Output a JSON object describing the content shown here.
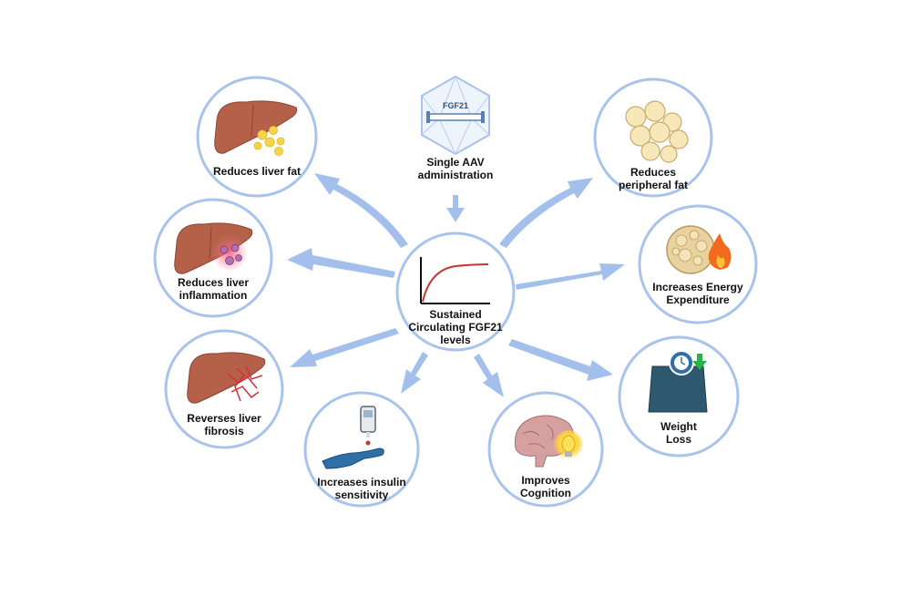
{
  "colors": {
    "ring": "#a9c3ec",
    "arrow": "#a3c0ec",
    "curve": "#c0392b",
    "liver": "#b5614a",
    "fat": "#f3d98a",
    "droplet": "#f7d548"
  },
  "source": {
    "gene_label": "FGF21",
    "caption_line1": "Single AAV",
    "caption_line2": "administration",
    "icon": "aav-capsid-icon"
  },
  "center": {
    "line1": "Sustained",
    "line2": "Circulating FGF21",
    "line3": "levels",
    "icon": "saturation-curve-icon"
  },
  "effects": [
    {
      "id": "liver-fat",
      "icon": "liver-fat-icon",
      "line1": "Reduces liver fat",
      "line2": ""
    },
    {
      "id": "liver-inflammation",
      "icon": "liver-inflammation-icon",
      "line1": "Reduces liver",
      "line2": "inflammation"
    },
    {
      "id": "liver-fibrosis",
      "icon": "liver-fibrosis-icon",
      "line1": "Reverses liver",
      "line2": "fibrosis"
    },
    {
      "id": "insulin-sensitivity",
      "icon": "glucometer-hand-icon",
      "line1": "Increases insulin",
      "line2": "sensitivity"
    },
    {
      "id": "cognition",
      "icon": "brain-lightbulb-icon",
      "line1": "Improves",
      "line2": "Cognition"
    },
    {
      "id": "weight-loss",
      "icon": "scale-icon",
      "line1": "Weight",
      "line2": "Loss"
    },
    {
      "id": "energy-expenditure",
      "icon": "fat-flame-icon",
      "line1": "Increases Energy",
      "line2": "Expenditure"
    },
    {
      "id": "peripheral-fat",
      "icon": "adipocytes-icon",
      "line1": "Reduces",
      "line2": "peripheral fat"
    }
  ]
}
